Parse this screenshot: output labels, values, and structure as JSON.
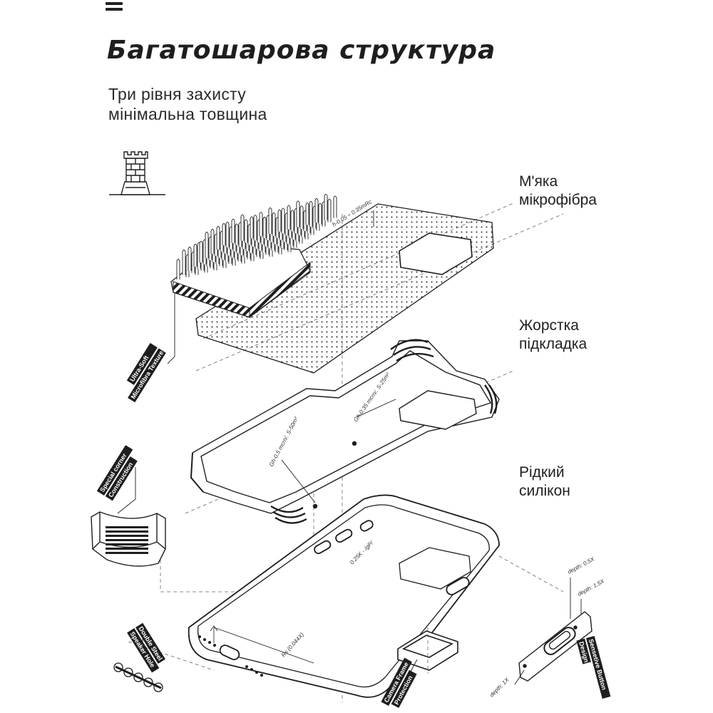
{
  "header": {
    "menu_icon": "hamburger-menu-icon",
    "title": "Багатошарова структура",
    "subtitle_lines": [
      "Три рівня захисту",
      "мінімальна товщина"
    ]
  },
  "layers": [
    {
      "lines": [
        "М'яка",
        "мікрофібра"
      ]
    },
    {
      "lines": [
        "Жорстка",
        "підкладка"
      ]
    },
    {
      "lines": [
        "Рідкий",
        "силікон"
      ]
    }
  ],
  "callouts": {
    "microfiber": [
      "Ultra-Soft",
      "Microfibra Texture"
    ],
    "corner": [
      "Special corner",
      "Construction"
    ],
    "speaker": [
      "Double Steel",
      "Speaker Hole"
    ],
    "camera": [
      "Camera Frame",
      "Protection"
    ],
    "button": [
      "Sensetive Button",
      "Design"
    ]
  },
  "dimensions": {
    "microfiber_thickness": "h-0.05 ÷ 0.35mRc",
    "hard_layer_1": "Gh-0.35 mcrn/. S-25m²",
    "hard_layer_2": "Gh-0.5 mcrn/. S-50m²",
    "silicone_1": "0.25K - /gP/",
    "silicone_2": "Rs (0.044X)",
    "button_depth_1": "depth: 0.5X",
    "button_depth_2": "depth: 1.5X",
    "button_depth_3": "depth: 1X"
  },
  "icons": {
    "tower": "castle-tower-icon"
  },
  "colors": {
    "ink": "#1e1e1e",
    "background": "#ffffff"
  }
}
